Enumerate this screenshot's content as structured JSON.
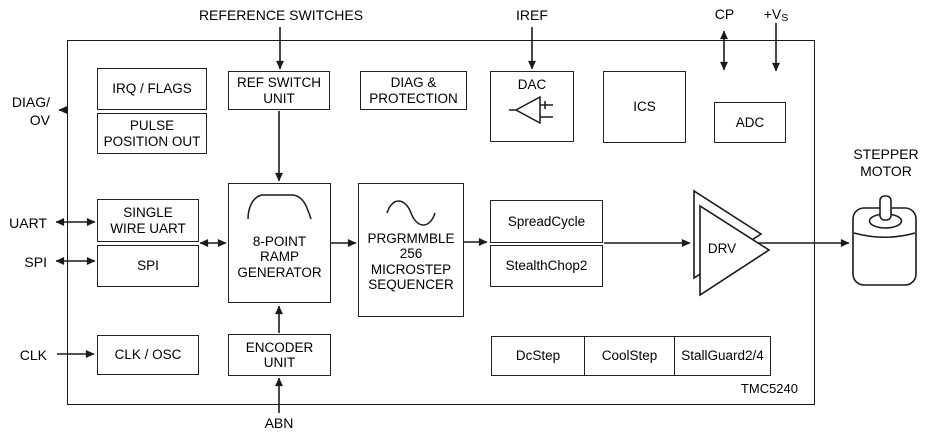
{
  "chip": {
    "part_number": "TMC5240"
  },
  "external": {
    "reference_switches": "REFERENCE SWITCHES",
    "iref": "IREF",
    "cp": "CP",
    "vs_main": "+V",
    "vs_sub": "S",
    "diag_ov": "DIAG/\nOV",
    "uart": "UART",
    "spi": "SPI",
    "clk": "CLK",
    "abn": "ABN",
    "stepper_motor": "STEPPER\nMOTOR"
  },
  "blocks": {
    "irq_flags": "IRQ / FLAGS",
    "pulse_position_out": "PULSE\nPOSITION OUT",
    "ref_switch_unit": "REF SWITCH\nUNIT",
    "diag_protection": "DIAG &\nPROTECTION",
    "dac": "DAC",
    "ics": "ICS",
    "adc": "ADC",
    "single_wire_uart": "SINGLE\nWIRE UART",
    "spi": "SPI",
    "ramp_generator": "8-POINT\nRAMP\nGENERATOR",
    "sequencer": "PRGRMMBLE\n256\nMICROSTEP\nSEQUENCER",
    "spreadcycle": "SpreadCycle",
    "stealthchop": "StealthChop2",
    "clk_osc": "CLK / OSC",
    "encoder_unit": "ENCODER\nUNIT",
    "dcstep": "DcStep",
    "coolstep": "CoolStep",
    "stallguard": "StallGuard2/4",
    "drv": "DRV"
  },
  "icons": {
    "dac": "opamp-icon",
    "ramp_generator": "ramp-profile-icon",
    "sequencer": "sine-wave-icon",
    "drv": "amplifier-triangles-icon",
    "motor": "stepper-motor-icon"
  },
  "colors": {
    "line": "#1a1a1a",
    "text": "#000000",
    "background": "#ffffff"
  }
}
